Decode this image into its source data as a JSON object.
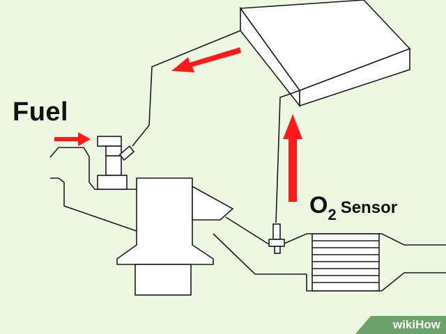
{
  "labels": {
    "fuel": "Fuel",
    "o2_big": "O",
    "o2_sub": "2",
    "o2_rest": "Sensor"
  },
  "watermark": {
    "text": "wikiHow"
  },
  "colors": {
    "background": "#eef7e2",
    "arrow": "#ff1a1a",
    "watermark": "#6da36a"
  }
}
